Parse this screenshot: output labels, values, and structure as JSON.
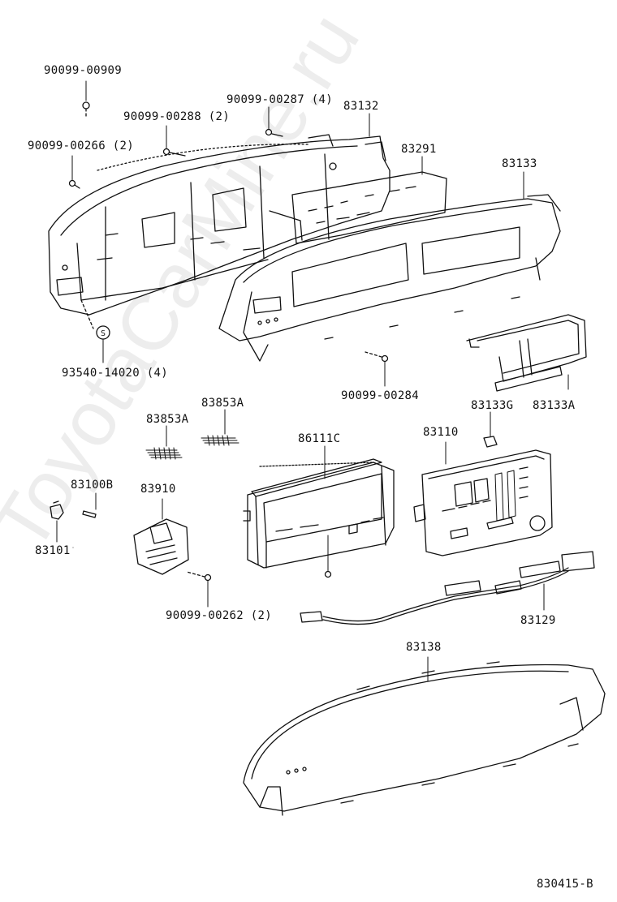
{
  "watermark": "ToyotaCarMine.ru",
  "diagram_code": "830415-B",
  "parts": {
    "p_90099_00909": "90099-00909",
    "p_90099_00288": "90099-00288 (2)",
    "p_90099_00287": "90099-00287 (4)",
    "p_83132": "83132",
    "p_90099_00266": "90099-00266 (2)",
    "p_83291": "83291",
    "p_83133": "83133",
    "p_93540_14020": "93540-14020 (4)",
    "p_90099_00284": "90099-00284",
    "p_83853A_right": "83853A",
    "p_83853A_left": "83853A",
    "p_86111C": "86111C",
    "p_83110": "83110",
    "p_83133G": "83133G",
    "p_83133A": "83133A",
    "p_83100B": "83100B",
    "p_83910": "83910",
    "p_83101": "83101",
    "p_90099_00262": "90099-00262 (2)",
    "p_83129": "83129",
    "p_83138": "83138"
  },
  "symbols": {
    "s_mark": "S"
  }
}
